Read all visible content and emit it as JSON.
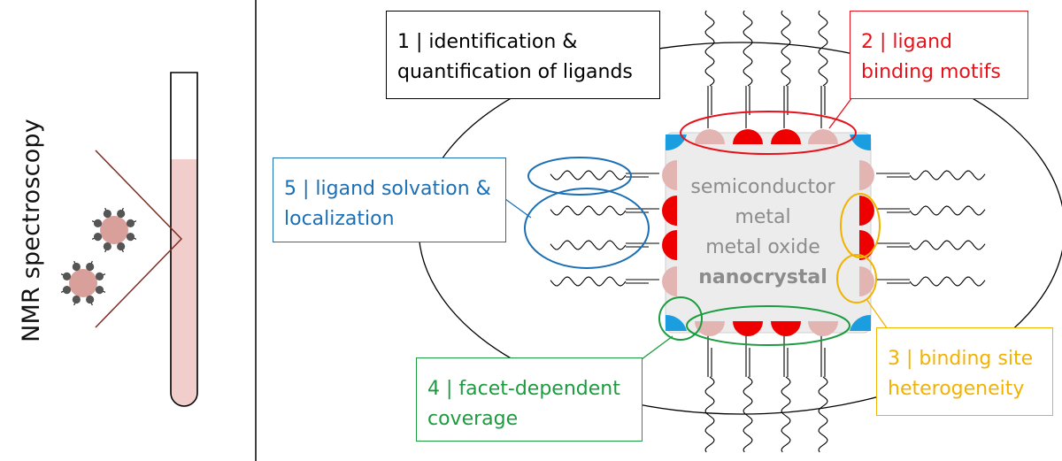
{
  "side_label": "NMR spectroscopy",
  "nanocrystal": {
    "lines": [
      "semiconductor",
      "metal",
      "metal oxide"
    ],
    "emphasis": "nanocrystal"
  },
  "callouts": {
    "identification": {
      "line1": "1 | identification &",
      "line2": "quantification of ligands",
      "color": "#000000"
    },
    "binding_motifs": {
      "line1": "2 | ligand",
      "line2": "binding motifs",
      "color": "#e8111a"
    },
    "heterogeneity": {
      "line1": "3 | binding site",
      "line2": "heterogeneity",
      "color": "#f2b200"
    },
    "coverage": {
      "line1": "4 | facet-dependent",
      "line2": "coverage",
      "color": "#1a9c3f"
    },
    "solvation": {
      "line1": "5 | ligand solvation &",
      "line2": "localization",
      "color": "#1b6fb5"
    }
  },
  "colors": {
    "core_fill": "#ececec",
    "site_pale": "#e3b5b2",
    "site_bound": "#ee0000",
    "corner_site": "#1a9ee0",
    "tube_liquid": "#f1cdcc",
    "particle": "#d9a09b",
    "arrow": "#7a2e25"
  }
}
